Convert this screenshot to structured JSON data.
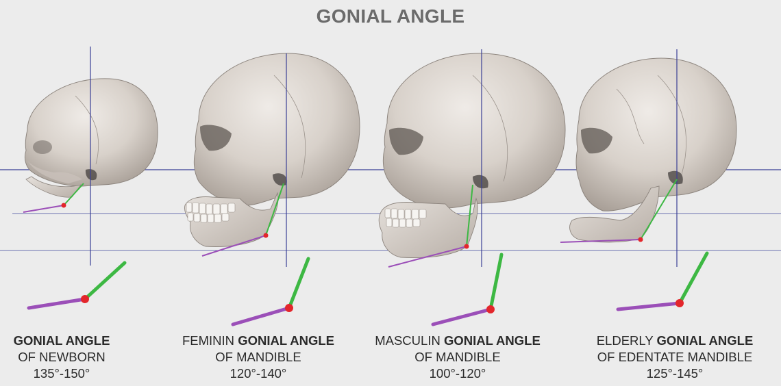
{
  "title": "GONIAL ANGLE",
  "panels": [
    {
      "id": "newborn",
      "line1_prefix": "",
      "line1_bold": "GONIAL ANGLE",
      "line2": "OF NEWBORN",
      "angle_range": "135°-150°"
    },
    {
      "id": "feminine",
      "line1_prefix": "FEMININ ",
      "line1_bold": "GONIAL ANGLE",
      "line2": "OF MANDIBLE",
      "angle_range": "120°-140°"
    },
    {
      "id": "masculine",
      "line1_prefix": "MASCULIN ",
      "line1_bold": "GONIAL ANGLE",
      "line2": "OF MANDIBLE",
      "angle_range": "100°-120°"
    },
    {
      "id": "elderly",
      "line1_prefix": "ELDERLY ",
      "line1_bold": "GONIAL ANGLE",
      "line2": "OF EDENTATE MANDIBLE",
      "angle_range": "125°-145°"
    }
  ],
  "colors": {
    "background": "#ececec",
    "reference_lines": "#3a3f95",
    "ramus_line": "#3db843",
    "body_line": "#9b4fb8",
    "gonion_point": "#e3262b",
    "bone": "#d8d2cc",
    "bone_shadow": "#a59d96"
  }
}
